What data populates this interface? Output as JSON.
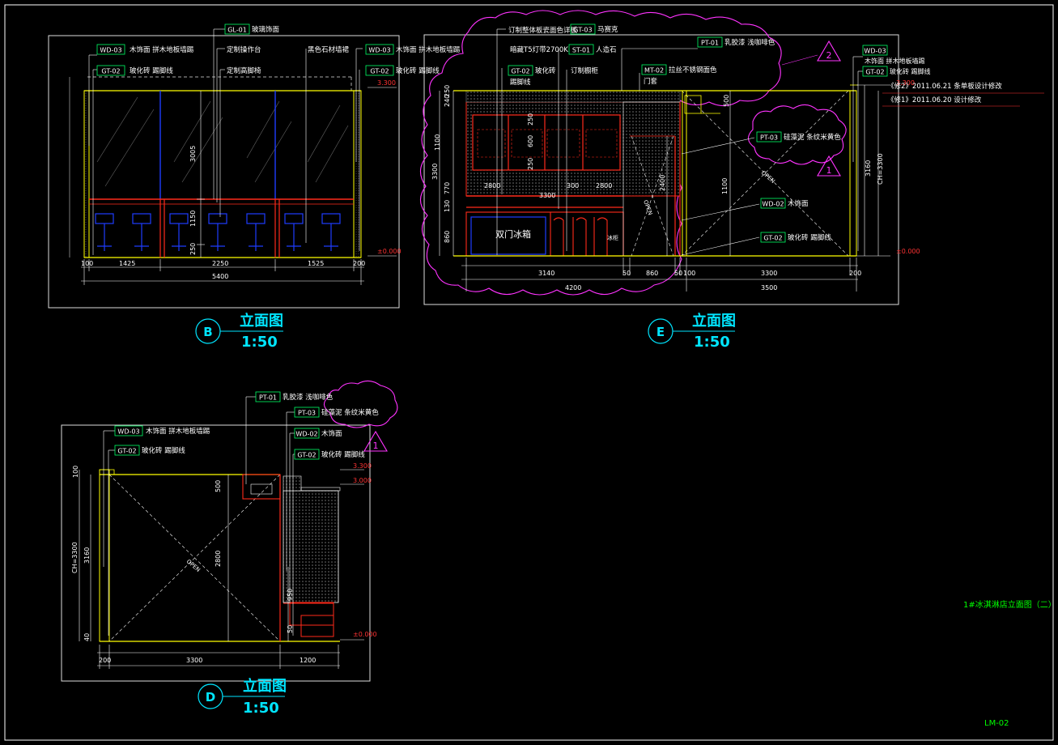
{
  "colors": {
    "background": "#000000",
    "frame": "#ffffff",
    "dimension": "#ffffff",
    "label_box": "#00ff66",
    "label_text": "#ffffff",
    "title": "#00e5ff",
    "wall": "#ffff00",
    "blue": "#1e3cff",
    "red": "#ff2a1a",
    "cloud": "#ff33ff",
    "drawing_name": "#00ff00"
  },
  "views": [
    {
      "id": "B",
      "title": "立面图",
      "scale": "1:50",
      "labels": [
        {
          "code": "WD-03",
          "text": "木饰面 拼木地板墙踢"
        },
        {
          "code": "GT-02",
          "text": "玻化砖 踢脚线"
        },
        {
          "code": "GL-01",
          "text": "玻璃饰面"
        },
        {
          "code": "",
          "text": "定制操作台"
        },
        {
          "code": "",
          "text": "定制高脚椅"
        },
        {
          "code": "",
          "text": "黑色石材墙裙"
        },
        {
          "code": "WD-03",
          "text": "木饰面 拼木地板墙踢"
        },
        {
          "code": "GT-02",
          "text": "玻化砖 踢脚线"
        }
      ],
      "dims": [
        "100",
        "1425",
        "2250",
        "1525",
        "200",
        "5400",
        "3005",
        "1150",
        "250",
        "3.300",
        "±0.000"
      ]
    },
    {
      "id": "E",
      "title": "立面图",
      "scale": "1:50",
      "labels": [
        {
          "code": "",
          "text": "订制整体板瓷面色详板"
        },
        {
          "code": "GT-03",
          "text": "马赛克"
        },
        {
          "code": "",
          "text": "暗藏T5灯带2700K"
        },
        {
          "code": "ST-01",
          "text": "人造石"
        },
        {
          "code": "GT-02",
          "text": "玻化砖"
        },
        {
          "code": "",
          "text": "踢脚线"
        },
        {
          "code": "",
          "text": "订制橱柜"
        },
        {
          "code": "PT-01",
          "text": "乳胶漆 浅咖啡色"
        },
        {
          "code": "MT-02",
          "text": "拉丝不锈钢面色"
        },
        {
          "code": "",
          "text": "门套"
        },
        {
          "code": "PT-03",
          "text": "硅藻泥 条纹米黄色"
        },
        {
          "code": "WD-02",
          "text": "木饰面"
        },
        {
          "code": "GT-02",
          "text": "玻化砖 踢脚线"
        },
        {
          "code": "WD-03",
          "text": "木饰面 拼木地板墙踢"
        },
        {
          "code": "GT-02",
          "text": "玻化砖 踢脚线"
        },
        {
          "code": "",
          "text": "双门冰箱"
        },
        {
          "code": "",
          "text": "冰柜"
        },
        {
          "code": "",
          "text": "OPEN"
        }
      ],
      "dims": [
        "240",
        "250",
        "1100",
        "770",
        "130",
        "860",
        "3300",
        "250",
        "600",
        "250",
        "2800",
        "300",
        "2800",
        "3300",
        "3140",
        "50",
        "860",
        "50",
        "100",
        "3300",
        "200",
        "4200",
        "3500",
        "500",
        "3160",
        "CH=3300",
        "2400",
        "3.300",
        "±0.000"
      ]
    },
    {
      "id": "D",
      "title": "立面图",
      "scale": "1:50",
      "labels": [
        {
          "code": "PT-01",
          "text": "乳胶漆 浅咖啡色"
        },
        {
          "code": "PT-03",
          "text": "硅藻泥 条纹米黄色"
        },
        {
          "code": "WD-02",
          "text": "木饰面"
        },
        {
          "code": "GT-02",
          "text": "玻化砖 踢脚线"
        },
        {
          "code": "WD-03",
          "text": "木饰面 拼木地板墙踢"
        },
        {
          "code": "GT-02",
          "text": "玻化砖 踢脚线"
        },
        {
          "code": "",
          "text": "OPEN"
        }
      ],
      "dims": [
        "100",
        "3160",
        "CH=3300",
        "40",
        "200",
        "3300",
        "1200",
        "500",
        "2800",
        "950",
        "50",
        "3.300",
        "3.000",
        "±0.000"
      ]
    }
  ],
  "revision_notes": [
    "《修2》2011.06.21 条单板设计修改",
    "《修1》2011.06.20 设计修改"
  ],
  "revision_tags": [
    "2",
    "1",
    "1"
  ],
  "drawing_name": "1#冰淇淋店立面图（二）",
  "drawing_number": "LM-02"
}
